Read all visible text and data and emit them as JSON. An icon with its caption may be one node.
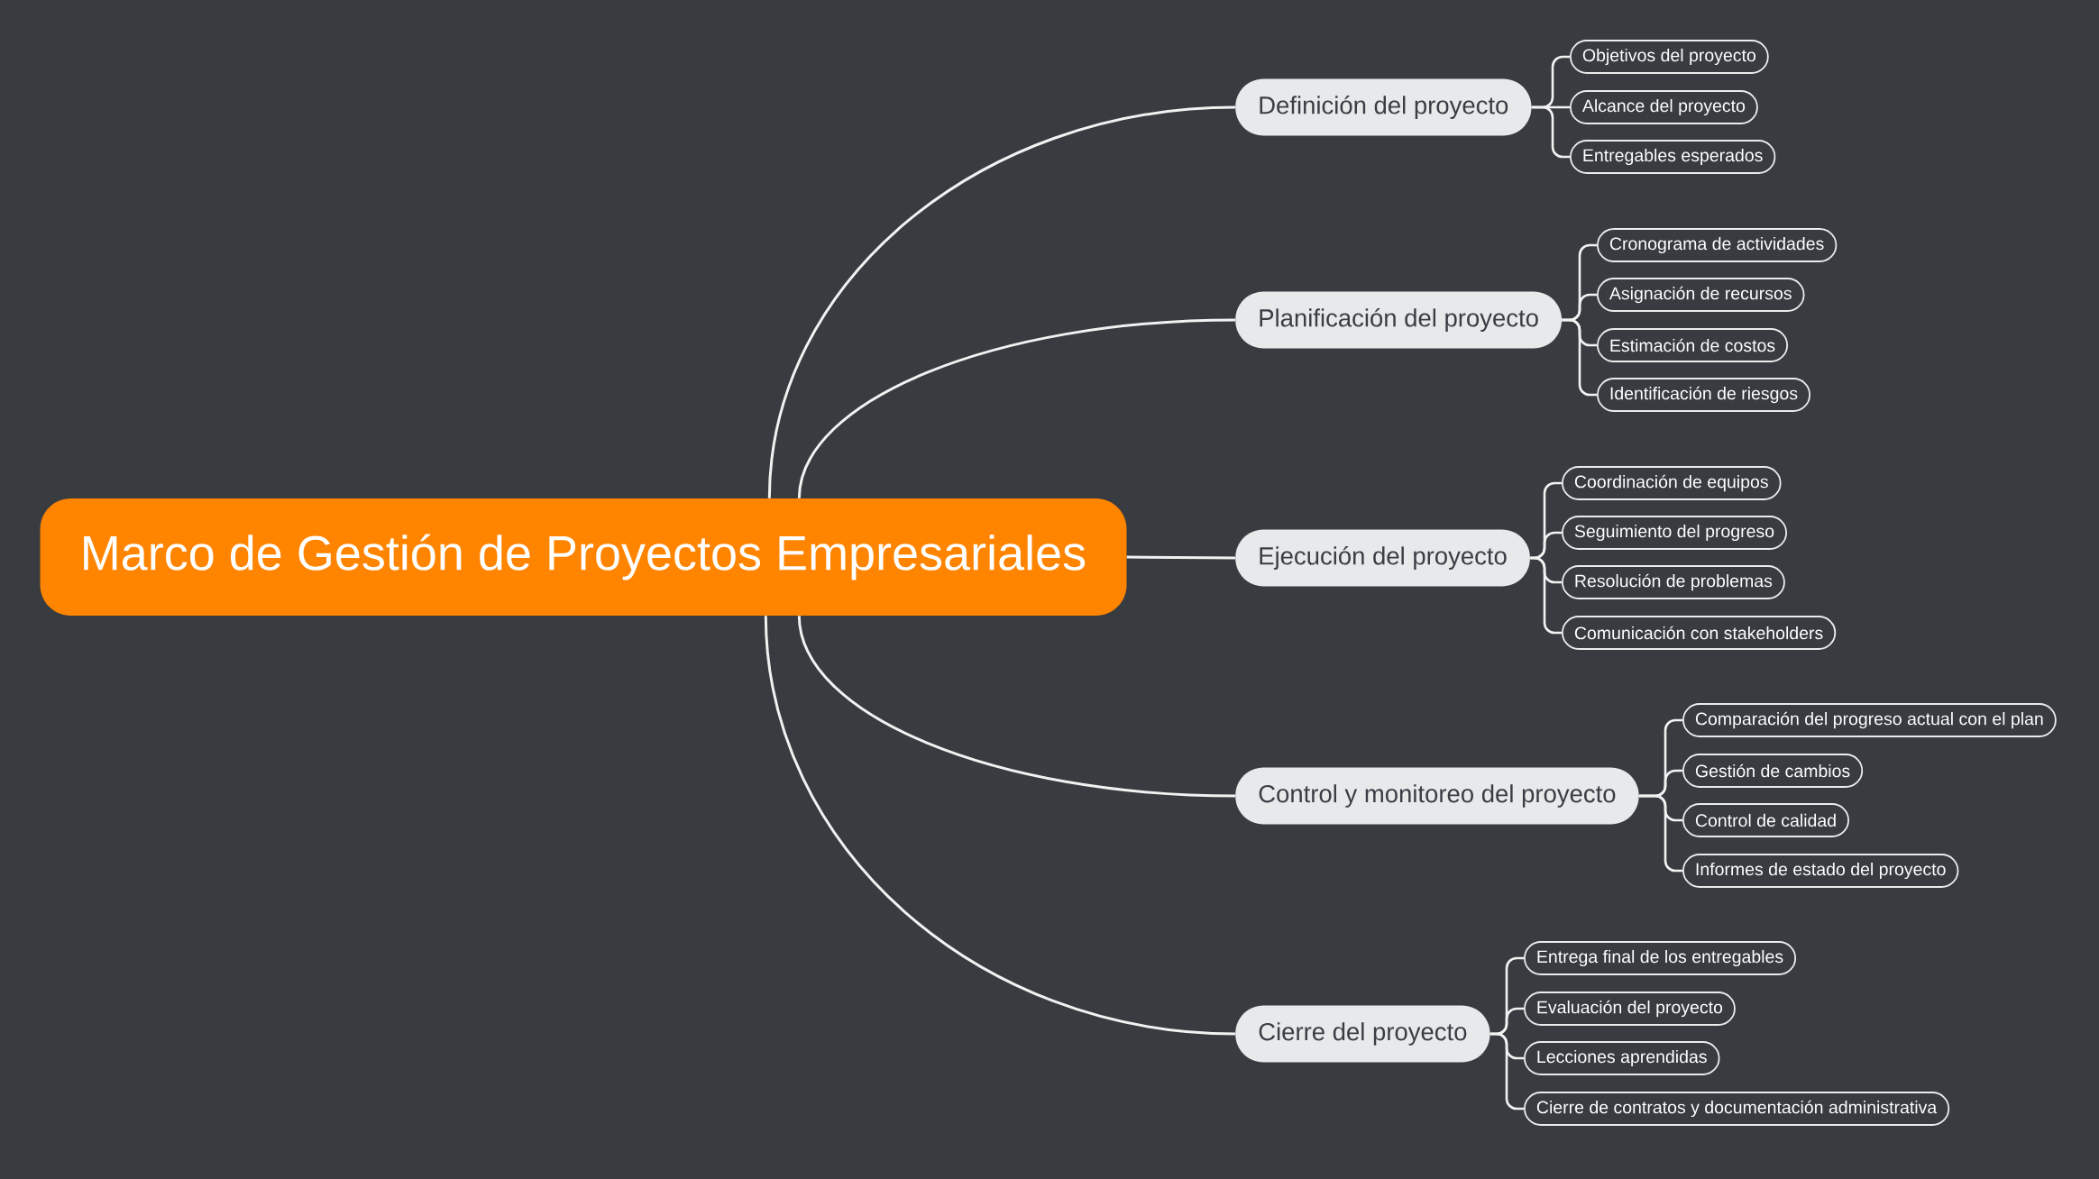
{
  "diagram": {
    "nodes": [
      {
        "text": [
          "Marco de Gestión de Proyectos Empresariales"
        ]
      },
      {
        "text": [
          "Definición del proyecto"
        ]
      },
      {
        "text": [
          "Objetivos del proyecto"
        ]
      },
      {
        "text": [
          "Alcance del proyecto"
        ]
      },
      {
        "text": [
          "Entregables esperados"
        ]
      },
      {
        "text": [
          "Planificación del proyecto"
        ]
      },
      {
        "text": [
          "Cronograma de actividades"
        ]
      },
      {
        "text": [
          "Asignación de recursos"
        ]
      },
      {
        "text": [
          "Estimación de costos"
        ]
      },
      {
        "text": [
          "Identificación de riesgos"
        ]
      },
      {
        "text": [
          "Ejecución del proyecto"
        ]
      },
      {
        "text": [
          "Coordinación de equipos"
        ]
      },
      {
        "text": [
          "Seguimiento del progreso"
        ]
      },
      {
        "text": [
          "Resolución de problemas"
        ]
      },
      {
        "text": [
          "Comunicación con stakeholders"
        ]
      },
      {
        "text": [
          "Control y monitoreo del proyecto"
        ]
      },
      {
        "text": [
          "Comparación del progreso actual con el plan"
        ]
      },
      {
        "text": [
          "Gestión de cambios"
        ]
      },
      {
        "text": [
          "Control de calidad"
        ]
      },
      {
        "text": [
          "Informes de estado del proyecto"
        ]
      },
      {
        "text": [
          "Cierre del proyecto"
        ]
      },
      {
        "text": [
          "Entrega final de los entregables"
        ]
      },
      {
        "text": [
          "Evaluación del proyecto"
        ]
      },
      {
        "text": [
          "Lecciones aprendidas"
        ]
      },
      {
        "text": [
          "Cierre de contratos y documentación administrativa"
        ]
      }
    ],
    "edges": [
      {
        "from": 0,
        "to": 1,
        "arrow": "none"
      },
      {
        "from": 1,
        "to": 2,
        "arrow": "none"
      },
      {
        "from": 1,
        "to": 3,
        "arrow": "none"
      },
      {
        "from": 1,
        "to": 4,
        "arrow": "none"
      },
      {
        "from": 0,
        "to": 5,
        "arrow": "none"
      },
      {
        "from": 5,
        "to": 6,
        "arrow": "none"
      },
      {
        "from": 5,
        "to": 7,
        "arrow": "none"
      },
      {
        "from": 5,
        "to": 8,
        "arrow": "none"
      },
      {
        "from": 5,
        "to": 9,
        "arrow": "none"
      },
      {
        "from": 0,
        "to": 10,
        "arrow": "none"
      },
      {
        "from": 10,
        "to": 11,
        "arrow": "none"
      },
      {
        "from": 10,
        "to": 12,
        "arrow": "none"
      },
      {
        "from": 10,
        "to": 13,
        "arrow": "none"
      },
      {
        "from": 10,
        "to": 14,
        "arrow": "none"
      },
      {
        "from": 0,
        "to": 15,
        "arrow": "none"
      },
      {
        "from": 15,
        "to": 16,
        "arrow": "none"
      },
      {
        "from": 15,
        "to": 17,
        "arrow": "none"
      },
      {
        "from": 15,
        "to": 18,
        "arrow": "none"
      },
      {
        "from": 15,
        "to": 19,
        "arrow": "none"
      },
      {
        "from": 0,
        "to": 20,
        "arrow": "none"
      },
      {
        "from": 20,
        "to": 21,
        "arrow": "none"
      },
      {
        "from": 20,
        "to": 22,
        "arrow": "none"
      },
      {
        "from": 20,
        "to": 23,
        "arrow": "none"
      },
      {
        "from": 20,
        "to": 24,
        "arrow": "none"
      }
    ]
  }
}
